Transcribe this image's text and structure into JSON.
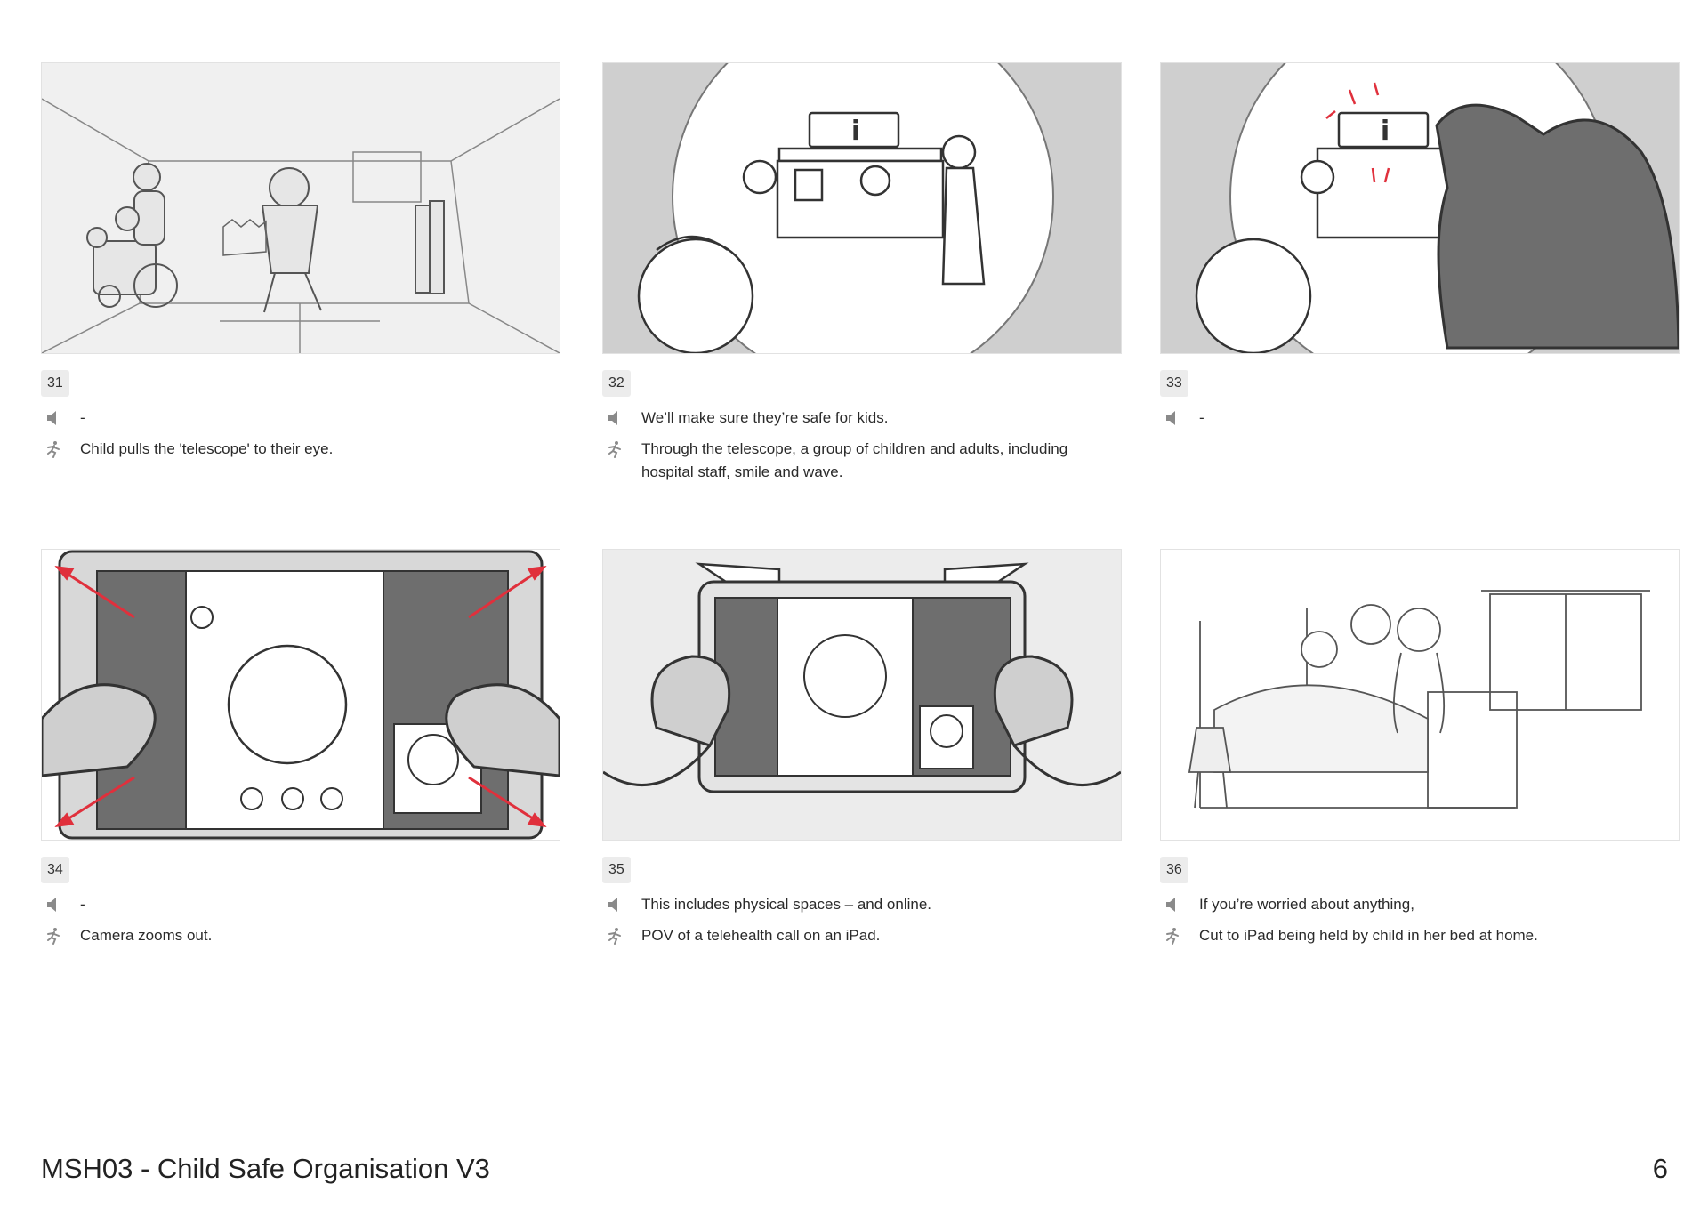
{
  "document": {
    "title": "MSH03 - Child Safe Organisation V3",
    "page_number": "6"
  },
  "icons": {
    "audio": "speaker-icon",
    "action": "running-figure-icon"
  },
  "colors": {
    "panel_gray": "#cfcfcf",
    "dark_fill": "#6e6e6e",
    "arrow_red": "#e0303c"
  },
  "panels": [
    {
      "number": "31",
      "audio": "-",
      "action": "Child pulls the 'telescope' to their eye."
    },
    {
      "number": "32",
      "audio": "We’ll make sure they’re safe for kids.",
      "action": "Through the telescope, a group of children and adults, including hospital staff, smile and wave."
    },
    {
      "number": "33",
      "audio": "-",
      "action": ""
    },
    {
      "number": "34",
      "audio": "-",
      "action": "Camera zooms out."
    },
    {
      "number": "35",
      "audio": "This includes physical spaces – and online.",
      "action": "POV of a telehealth call on an iPad."
    },
    {
      "number": "36",
      "audio": "If you’re worried about anything,",
      "action": "Cut to iPad being held by child in her bed at home."
    }
  ]
}
